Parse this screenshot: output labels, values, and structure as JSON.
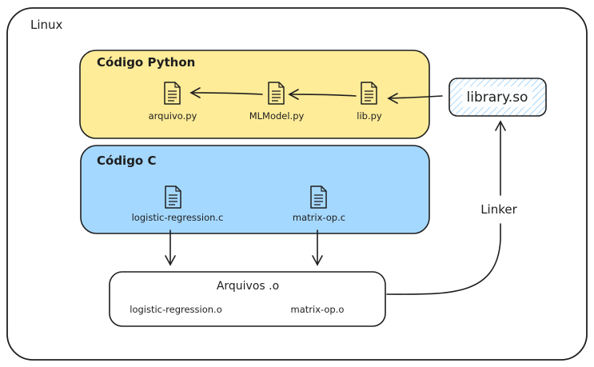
{
  "linux": {
    "label": "Linux"
  },
  "python": {
    "title": "Código Python",
    "files": [
      "arquivo.py",
      "MLModel.py",
      "lib.py"
    ],
    "color": "#ffec99"
  },
  "c_code": {
    "title": "Código C",
    "files": [
      "logistic-regression.c",
      "matrix-op.c"
    ],
    "color": "#a5d8ff"
  },
  "objects": {
    "title": "Arquivos .o",
    "files": [
      "logistic-regression.o",
      "matrix-op.o"
    ]
  },
  "library": {
    "label": "library.so",
    "color": "#a5d8ff"
  },
  "linker": {
    "label": "Linker"
  },
  "icons": [
    "document-icon"
  ],
  "colors": {
    "stroke": "#1e1e1e"
  }
}
